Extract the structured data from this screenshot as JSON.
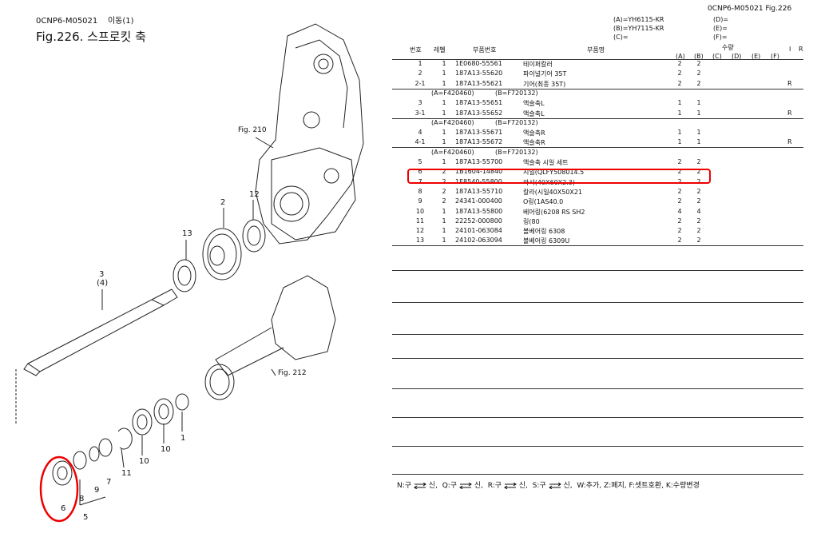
{
  "header": {
    "code": "0CNP6-M05021",
    "move": "이동(1)",
    "title": "Fig.226.  스프로킷 축",
    "fig_code": "0CNP6-M05021   Fig.226"
  },
  "models": [
    "(A)=YH6115-KR",
    "(B)=YH7115-KR",
    "(C)="
  ],
  "models_right": [
    "(D)=",
    "(E)=",
    "(F)="
  ],
  "columns": {
    "no": "번호",
    "level": "레벨",
    "part_no": "부품번호",
    "name": "부품명",
    "qty": "수량",
    "qty_cols": [
      "(A)",
      "(B)",
      "(C)",
      "(D)",
      "(E)",
      "(F)"
    ],
    "i": "I",
    "r": "R"
  },
  "rows": [
    {
      "no": "1",
      "lv": "1",
      "pn": "1E0680-55561",
      "nm": "테이퍼칼러",
      "a": "2",
      "b": "2",
      "r": ""
    },
    {
      "no": "2",
      "lv": "1",
      "pn": "187A13-55620",
      "nm": "파이널기어 35T",
      "a": "2",
      "b": "2",
      "r": ""
    },
    {
      "no": "2-1",
      "lv": "1",
      "pn": "187A13-55621",
      "nm": "기어(최종 35T)",
      "a": "2",
      "b": "2",
      "r": "R"
    },
    {
      "sub": true,
      "a": "(A=F420460)",
      "b": "(B=F720132)"
    },
    {
      "no": "3",
      "lv": "1",
      "pn": "187A13-55651",
      "nm": "액슬축L",
      "a": "1",
      "b": "1",
      "r": ""
    },
    {
      "no": "3-1",
      "lv": "1",
      "pn": "187A13-55652",
      "nm": "액슬축L",
      "a": "1",
      "b": "1",
      "r": "R"
    },
    {
      "sub": true,
      "a": "(A=F420460)",
      "b": "(B=F720132)"
    },
    {
      "no": "4",
      "lv": "1",
      "pn": "187A13-55671",
      "nm": "액슬축R",
      "a": "1",
      "b": "1",
      "r": ""
    },
    {
      "no": "4-1",
      "lv": "1",
      "pn": "187A13-55672",
      "nm": "액슬축R",
      "a": "1",
      "b": "1",
      "r": "R"
    },
    {
      "sub": true,
      "a": "(A=F420460)",
      "b": "(B=F720132)"
    },
    {
      "no": "5",
      "lv": "1",
      "pn": "187A13-55700",
      "nm": "액슬축 시일 세트",
      "a": "2",
      "b": "2",
      "r": ""
    },
    {
      "no": "6",
      "lv": "2",
      "pn": "1B1604-14840",
      "nm": "시일(QLFY508014.5",
      "a": "2",
      "b": "2",
      "r": ""
    },
    {
      "no": "7",
      "lv": "2",
      "pn": "1E8540-55800",
      "nm": "와셔(40X60X2.3)",
      "a": "2",
      "b": "2",
      "r": ""
    },
    {
      "no": "8",
      "lv": "2",
      "pn": "187A13-55710",
      "nm": "칼라(시일40X50X21",
      "a": "2",
      "b": "2",
      "r": ""
    },
    {
      "no": "9",
      "lv": "2",
      "pn": "24341-000400",
      "nm": "O링(1AS40.0",
      "a": "2",
      "b": "2",
      "r": ""
    },
    {
      "no": "10",
      "lv": "1",
      "pn": "187A13-55800",
      "nm": "베어링(6208 RS SH2",
      "a": "4",
      "b": "4",
      "r": ""
    },
    {
      "no": "11",
      "lv": "1",
      "pn": "22252-000800",
      "nm": "링(80",
      "a": "2",
      "b": "2",
      "r": ""
    },
    {
      "no": "12",
      "lv": "1",
      "pn": "24101-063084",
      "nm": "볼베어링 6308",
      "a": "2",
      "b": "2",
      "r": ""
    },
    {
      "no": "13",
      "lv": "1",
      "pn": "24102-063094",
      "nm": "볼베어링 6309U",
      "a": "2",
      "b": "2",
      "r": ""
    }
  ],
  "callouts": {
    "fig210": "Fig. 210",
    "fig212": "Fig. 212",
    "labels": [
      "2",
      "12",
      "13",
      "3",
      "(4)",
      "1",
      "10",
      "10",
      "11",
      "7",
      "9",
      "8",
      "6",
      "5"
    ]
  },
  "legend": {
    "n": "N:구",
    "n2": "신,",
    "q": "Q:구",
    "q2": "신,",
    "r": "R:구",
    "r2": "신,",
    "s": "S:구",
    "s2": "신,",
    "rest": "W:추가,  Z:폐지,  F:셋트호환,  K:수량변경"
  },
  "colors": {
    "highlight": "#e00000",
    "line": "#333333"
  }
}
